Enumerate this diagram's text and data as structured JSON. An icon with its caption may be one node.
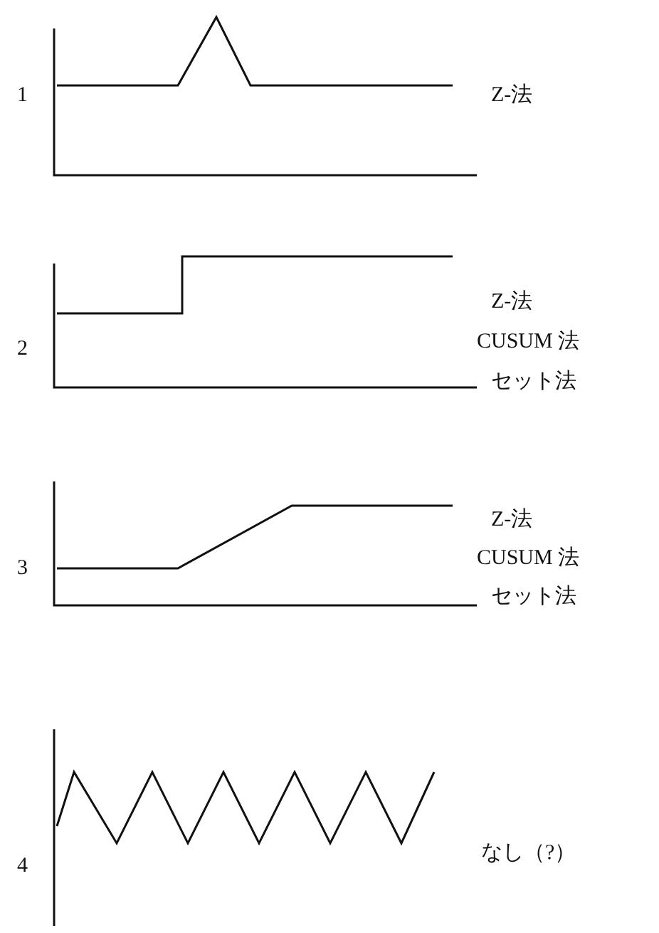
{
  "diagram": {
    "labels": [
      "1",
      "Z-法",
      "2",
      "Z-法",
      "CUSUM 法",
      "セット法",
      "3",
      "Z-法",
      "CUSUM 法",
      "セット法",
      "4",
      "なし（?）"
    ]
  }
}
